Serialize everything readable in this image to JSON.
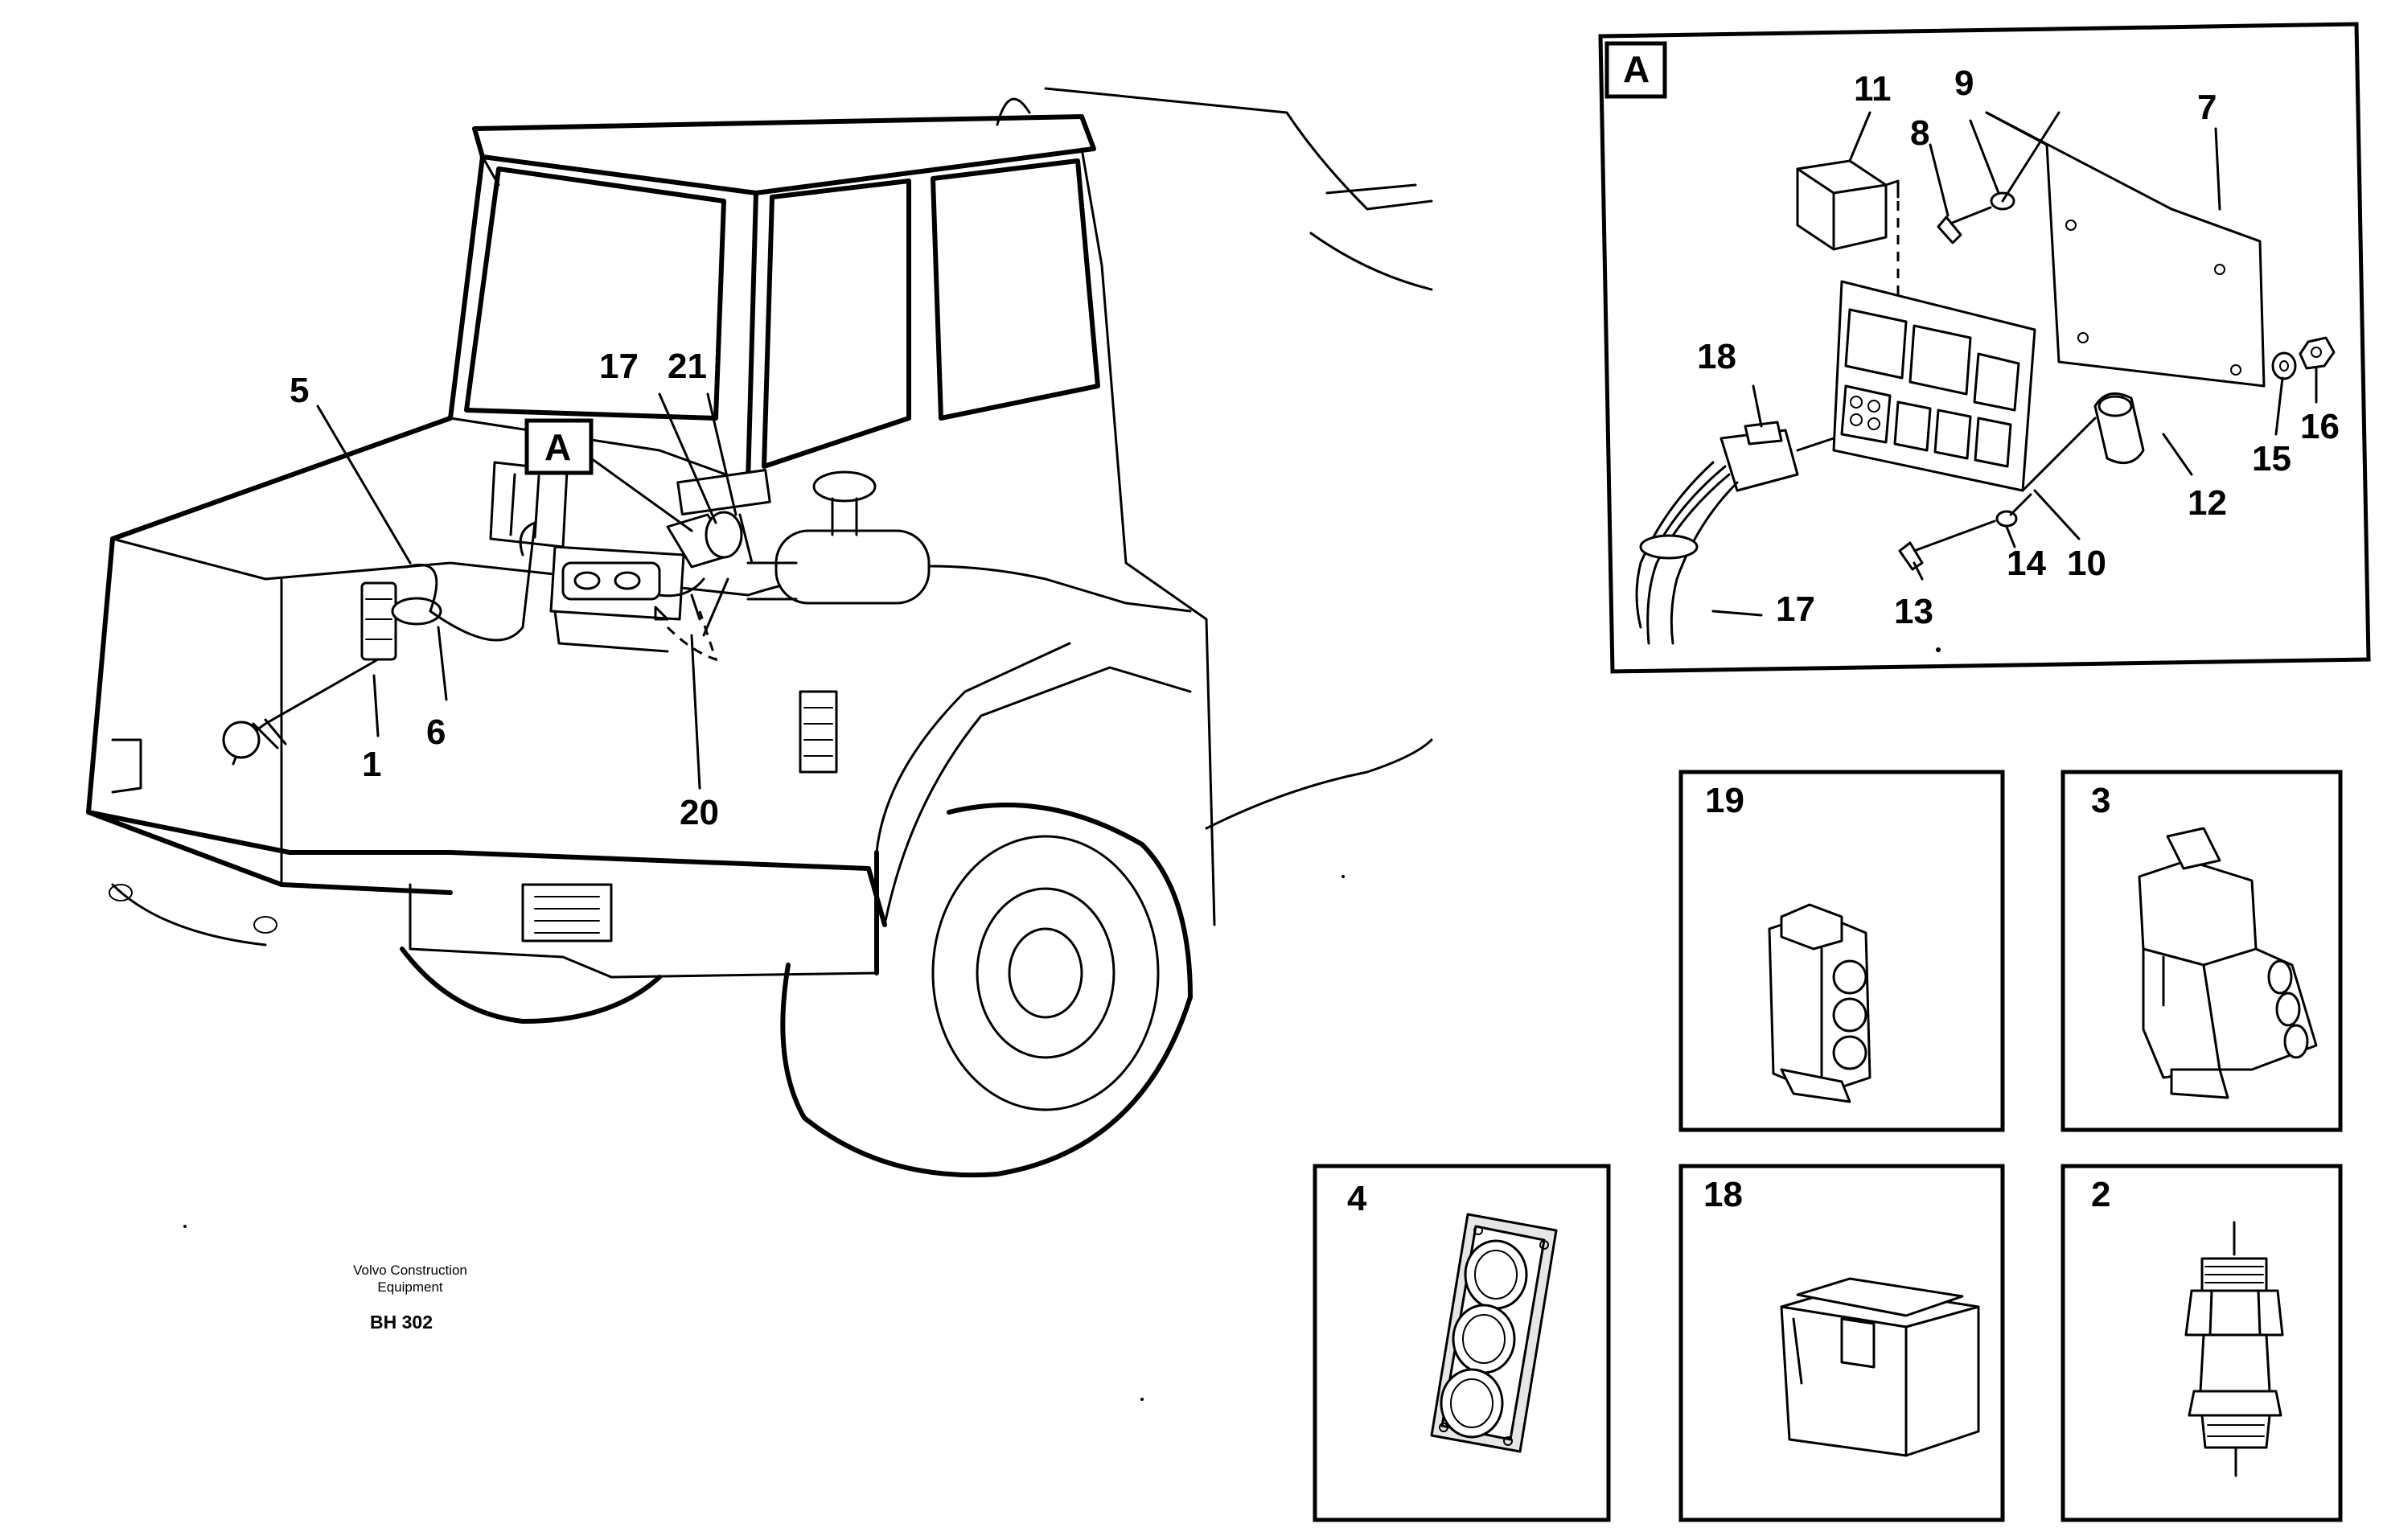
{
  "callouts": {
    "c1": "1",
    "c5": "5",
    "c6": "6",
    "c17": "17",
    "c20": "20",
    "c21": "21",
    "cA": "A"
  },
  "detail_a": {
    "label": "A",
    "parts": {
      "p7": "7",
      "p8": "8",
      "p9": "9",
      "p10": "10",
      "p11": "11",
      "p12": "12",
      "p13": "13",
      "p14": "14",
      "p15": "15",
      "p16": "16",
      "p17": "17",
      "p18": "18"
    }
  },
  "insets": {
    "i19": "19",
    "i3": "3",
    "i4": "4",
    "i18": "18",
    "i2": "2"
  },
  "credit": {
    "line1": "Volvo Construction",
    "line2": "Equipment",
    "code": "BH 302"
  }
}
